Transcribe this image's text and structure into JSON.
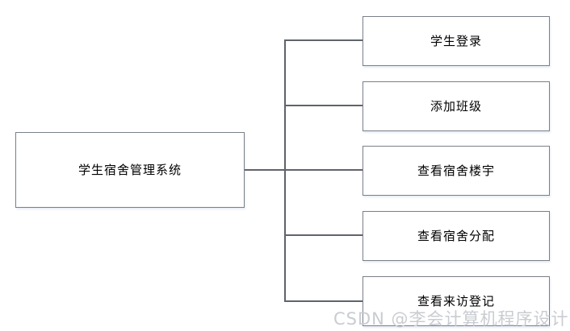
{
  "diagram": {
    "type": "tree",
    "root": {
      "label": "学生宿舍管理系统"
    },
    "leaves": [
      {
        "label": "学生登录"
      },
      {
        "label": "添加班级"
      },
      {
        "label": "查看宿舍楼宇"
      },
      {
        "label": "查看宿舍分配"
      },
      {
        "label": "查看来访登记"
      }
    ],
    "colors": {
      "box_border": "#7a7f87",
      "connector": "#5f646b",
      "box_fill": "#ffffff",
      "text": "#000000",
      "watermark": "#c9ccd1",
      "background": "#ffffff"
    }
  },
  "watermark": {
    "text": "CSDN @李会计算机程序设计"
  }
}
